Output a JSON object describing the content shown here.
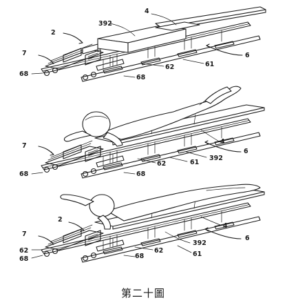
{
  "caption": "第二十圖",
  "panels": [
    {
      "labels": {
        "l_392": "392",
        "l_4": "4",
        "l_2": "2",
        "l_7": "7",
        "l_6": "6",
        "l_62": "62",
        "l_61": "61",
        "l_68a": "68",
        "l_68b": "68"
      }
    },
    {
      "labels": {
        "l_7": "7",
        "l_4": "4",
        "l_6": "6",
        "l_392": "392",
        "l_62": "62",
        "l_61": "61",
        "l_68a": "68",
        "l_68b": "68"
      }
    },
    {
      "labels": {
        "l_2": "2",
        "l_4": "4",
        "l_7": "7",
        "l_6": "6",
        "l_392": "392",
        "l_62a": "62",
        "l_62b": "62",
        "l_61": "61",
        "l_68a": "68",
        "l_68b": "68"
      }
    }
  ]
}
